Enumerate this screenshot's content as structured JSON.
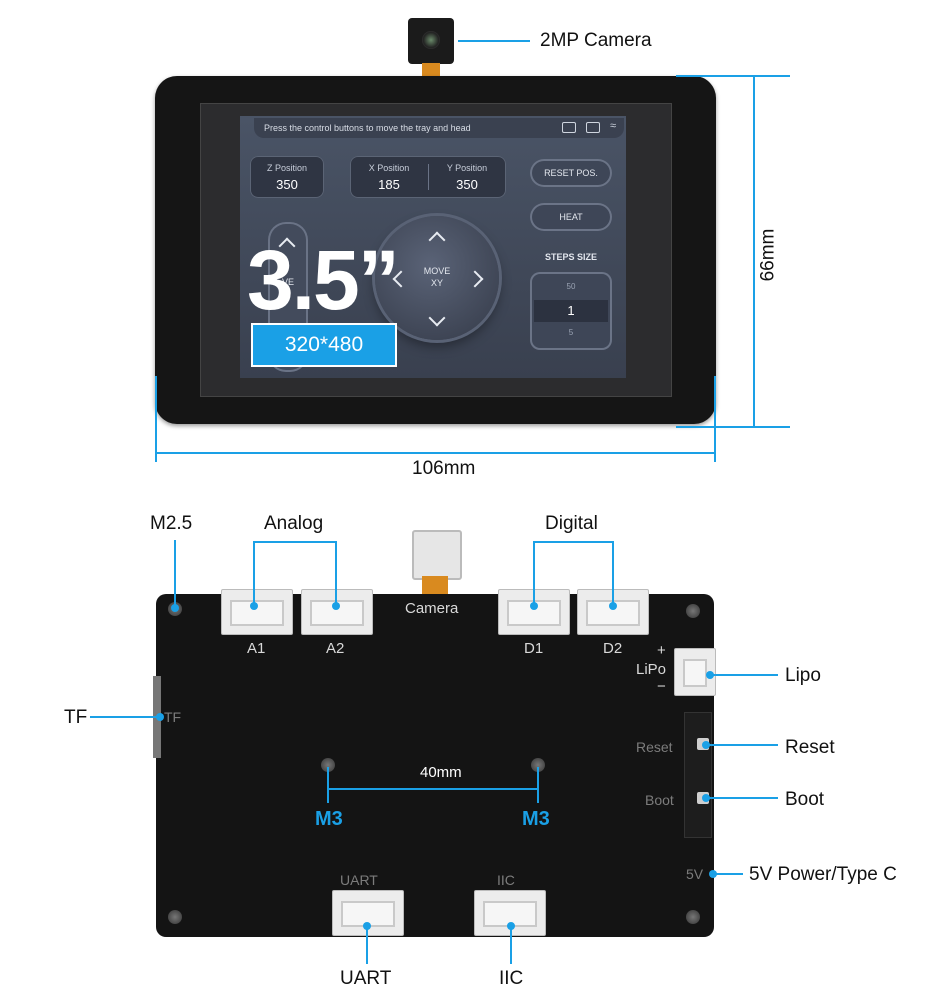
{
  "top_module": {
    "camera_label": "2MP Camera",
    "width_label": "106mm",
    "height_label": "66mm",
    "size_label": "3.5”",
    "resolution_label": "320*480",
    "screen": {
      "status_text": "Press the control buttons to move the tray and head",
      "z_title": "Z Position",
      "z_value": "350",
      "x_title": "X Position",
      "x_value": "185",
      "y_title": "Y Position",
      "y_value": "350",
      "reset_button": "RESET POS.",
      "heat_button": "HEAT",
      "move_label": "MOVE",
      "xy_label": "XY",
      "left_move_label": "VE",
      "steps_title": "STEPS SIZE",
      "steps_options": [
        "50",
        "1",
        "5"
      ]
    }
  },
  "board": {
    "callouts": {
      "m25": "M2.5",
      "analog": "Analog",
      "digital": "Digital",
      "tf": "TF",
      "lipo": "Lipo",
      "reset": "Reset",
      "boot": "Boot",
      "power": "5V Power/Type C",
      "uart": "UART",
      "iic": "IIC",
      "m3_left": "M3",
      "m3_right": "M3",
      "hole_spacing": "40mm"
    },
    "silkscreen": {
      "camera": "Camera",
      "a1": "A1",
      "a2": "A2",
      "d1": "D1",
      "d2": "D2",
      "lipo": "LiPo",
      "plus": "+",
      "minus": "−",
      "tf": "TF",
      "reset": "Reset",
      "boot": "Boot",
      "fivev": "5V",
      "uart": "UART",
      "iic": "IIC"
    }
  },
  "colors": {
    "accent": "#1aa0e6",
    "board": "#141414",
    "bezel": "#151515"
  }
}
